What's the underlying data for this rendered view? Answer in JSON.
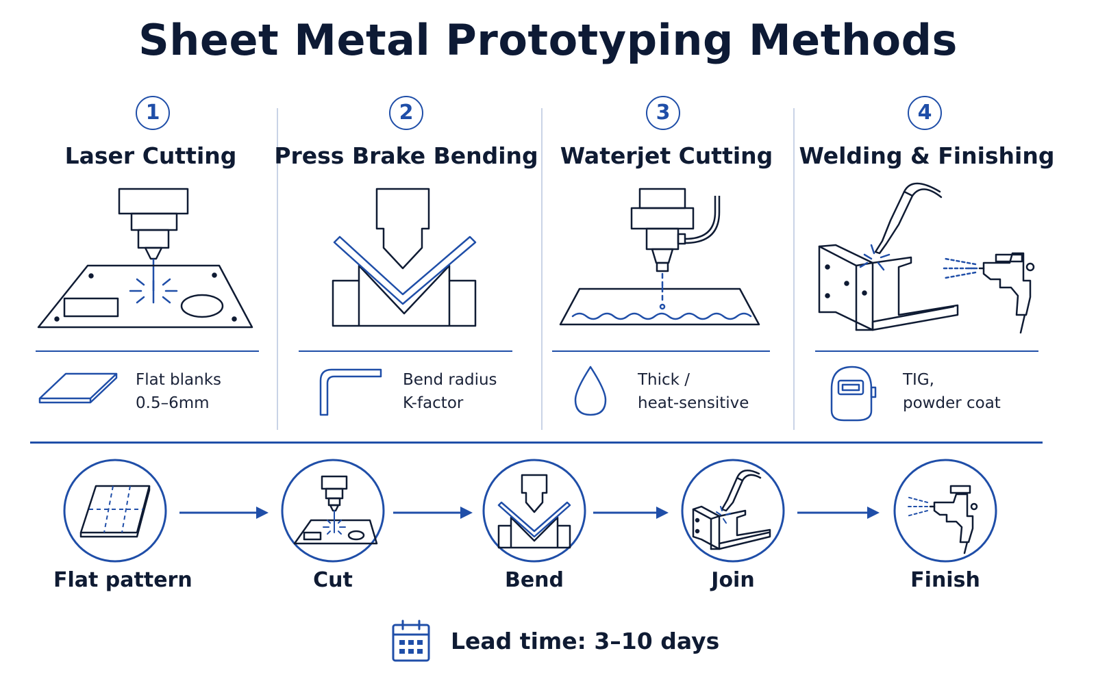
{
  "title": "Sheet Metal Prototyping Methods",
  "colors": {
    "accent": "#1f4ea8",
    "ink": "#0f1b33",
    "divider": "#c9d3e6"
  },
  "methods": [
    {
      "number": "1",
      "name": "Laser Cutting",
      "note_line1": "Flat blanks",
      "note_line2": "0.5–6mm",
      "icon": "flat-blank-icon"
    },
    {
      "number": "2",
      "name": "Press Brake Bending",
      "note_line1": "Bend radius",
      "note_line2": "K-factor",
      "icon": "bend-profile-icon"
    },
    {
      "number": "3",
      "name": "Waterjet Cutting",
      "note_line1": "Thick /",
      "note_line2": "heat-sensitive",
      "icon": "water-drop-icon"
    },
    {
      "number": "4",
      "name": "Welding & Finishing",
      "note_line1": "TIG,",
      "note_line2": "powder coat",
      "icon": "welding-helmet-icon"
    }
  ],
  "process_steps": [
    {
      "label": "Flat pattern",
      "icon": "flat-pattern-icon"
    },
    {
      "label": "Cut",
      "icon": "laser-cut-icon"
    },
    {
      "label": "Bend",
      "icon": "press-brake-icon"
    },
    {
      "label": "Join",
      "icon": "weld-join-icon"
    },
    {
      "label": "Finish",
      "icon": "spray-gun-icon"
    }
  ],
  "lead_time": "Lead time: 3–10 days",
  "lead_icon": "calendar-icon"
}
